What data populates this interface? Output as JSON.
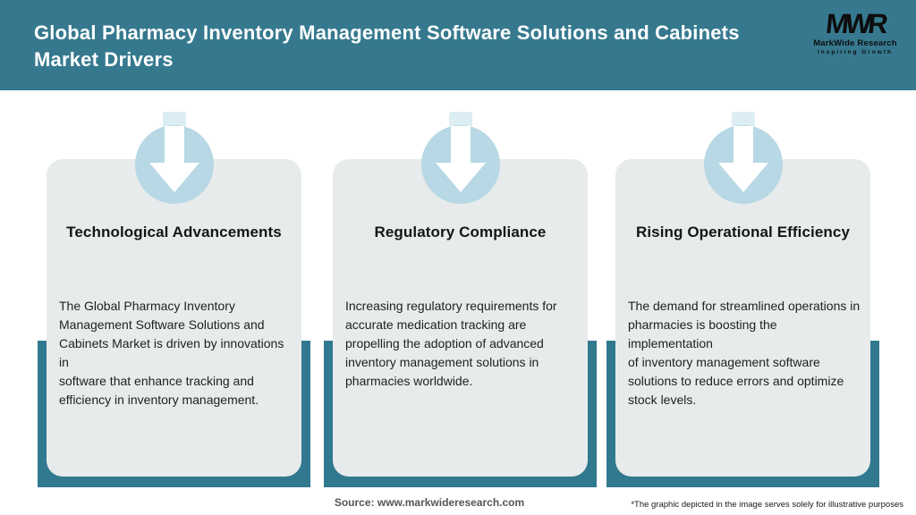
{
  "header": {
    "title": "Global Pharmacy Inventory Management Software Solutions and Cabinets\nMarket Drivers"
  },
  "logo": {
    "monogram": "MWR",
    "name": "MarkWide Research",
    "tagline": "Inspiring Growth"
  },
  "cards": [
    {
      "icon": "down-arrow-icon",
      "title": "Technological Advancements",
      "body": "The Global Pharmacy Inventory\nManagement Software Solutions and\nCabinets Market is driven by innovations in\nsoftware that enhance tracking and\nefficiency in inventory management."
    },
    {
      "icon": "down-arrow-icon",
      "title": "Regulatory Compliance",
      "body": "Increasing regulatory requirements for\naccurate medication tracking are\npropelling the adoption of advanced\ninventory management solutions in\npharmacies worldwide."
    },
    {
      "icon": "down-arrow-icon",
      "title": "Rising Operational Efficiency",
      "body": "The demand for streamlined operations in\npharmacies is boosting the implementation\nof inventory management software\nsolutions to reduce errors and optimize\nstock levels."
    }
  ],
  "footer": {
    "source": "Source: www.markwideresearch.com",
    "disclaimer": "*The graphic depicted in the image serves solely for illustrative purposes"
  },
  "colors": {
    "teal": "#36798F",
    "bar": "#31798F",
    "circle": "#B7D8E4",
    "pale": "#DCEDF3",
    "card": "#E8EBEB"
  }
}
